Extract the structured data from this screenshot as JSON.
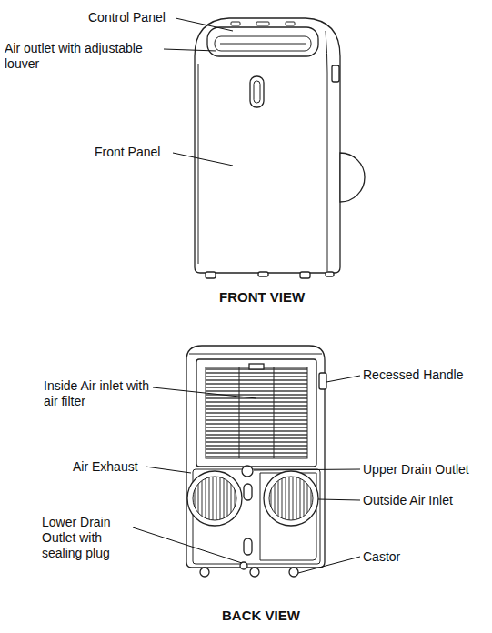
{
  "diagram": {
    "labels": [
      "Control Panel",
      "Air outlet with adjustable louver",
      "Front Panel",
      "FRONT VIEW",
      "Inside Air inlet with air filter",
      "Recessed Handle",
      "Air Exhaust",
      "Upper Drain Outlet",
      "Outside Air Inlet",
      "Lower Drain Outlet with sealing plug",
      "Castor",
      "BACK VIEW"
    ]
  }
}
